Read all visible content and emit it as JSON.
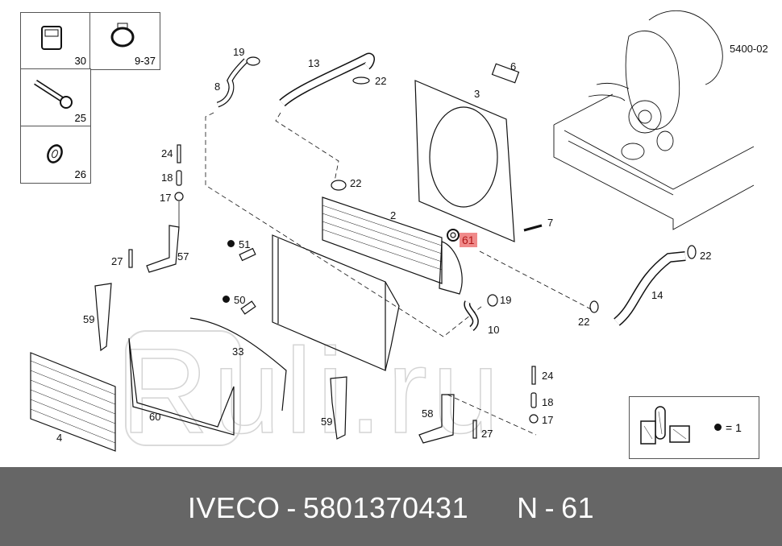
{
  "diagram": {
    "drawing_number": "5400-02",
    "highlight_color": "#f08a8a",
    "kit_grid": [
      {
        "label": "30",
        "icon": "clip-icon"
      },
      {
        "label": "9-37",
        "icon": "hose-clamp-icon"
      },
      {
        "label": "25",
        "icon": "bolt-icon"
      },
      {
        "label": "26",
        "icon": "washer-icon"
      }
    ],
    "callouts": {
      "c19_top": "19",
      "c8": "8",
      "c13": "13",
      "c22_top": "22",
      "c6": "6",
      "c3": "3",
      "c24_left": "24",
      "c18_left": "18",
      "c17_left": "17",
      "c22_mid": "22",
      "c2": "2",
      "c7": "7",
      "c61": "61",
      "c51": "51",
      "c27_left": "27",
      "c57": "57",
      "c22_right": "22",
      "c50": "50",
      "c19_low": "19",
      "c14": "14",
      "c59_left": "59",
      "c10": "10",
      "c22_low": "22",
      "c33": "33",
      "c24_right": "24",
      "c18_right": "18",
      "c17_right": "17",
      "c4": "4",
      "c60": "60",
      "c59_low": "59",
      "c58": "58",
      "c27_right": "27"
    },
    "legend": {
      "text": "= 1",
      "icon": "fastener-kit-icon"
    },
    "watermark": "Ruli.ru"
  },
  "footer": {
    "brand": "IVECO",
    "separator": "-",
    "part_number": "5801370431",
    "position_label": "N",
    "position_value": "61",
    "background": "#666666"
  }
}
